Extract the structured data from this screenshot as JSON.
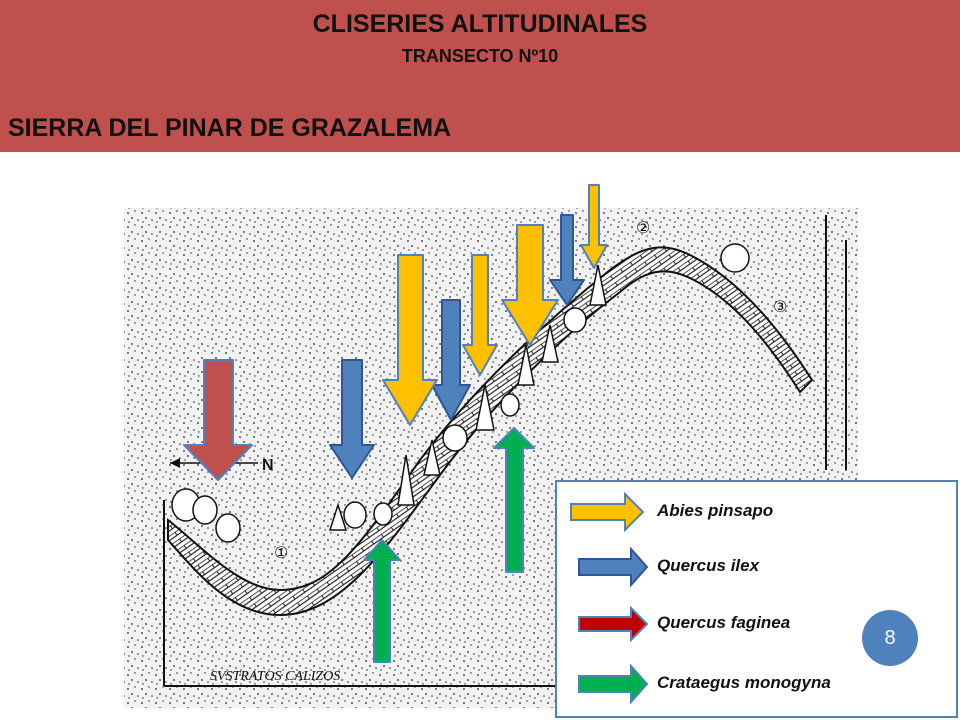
{
  "header": {
    "title": "CLISERIES ALTITUDINALES",
    "subtitle": "TRANSECTO Nº10",
    "location": "SIERRA DEL PINAR DE GRAZALEMA"
  },
  "sketch": {
    "north_label": "N",
    "zone_labels": [
      "①",
      "②",
      "③"
    ],
    "caption": "SVSTRATOS CALIZOS"
  },
  "legend": {
    "items": [
      {
        "label": "Abies pinsapo",
        "color": "#ffc000"
      },
      {
        "label": "Quercus ilex",
        "color": "#4f81bd"
      },
      {
        "label": "Quercus faginea",
        "color": "#c00000"
      },
      {
        "label": "Crataegus monogyna",
        "color": "#00b050"
      }
    ]
  },
  "colors": {
    "header_bg": "#c0504d",
    "abies": "#ffc000",
    "ilex": "#4f81bd",
    "faginea": "#c0504d",
    "crataegus": "#00b050"
  },
  "page_number": "8"
}
